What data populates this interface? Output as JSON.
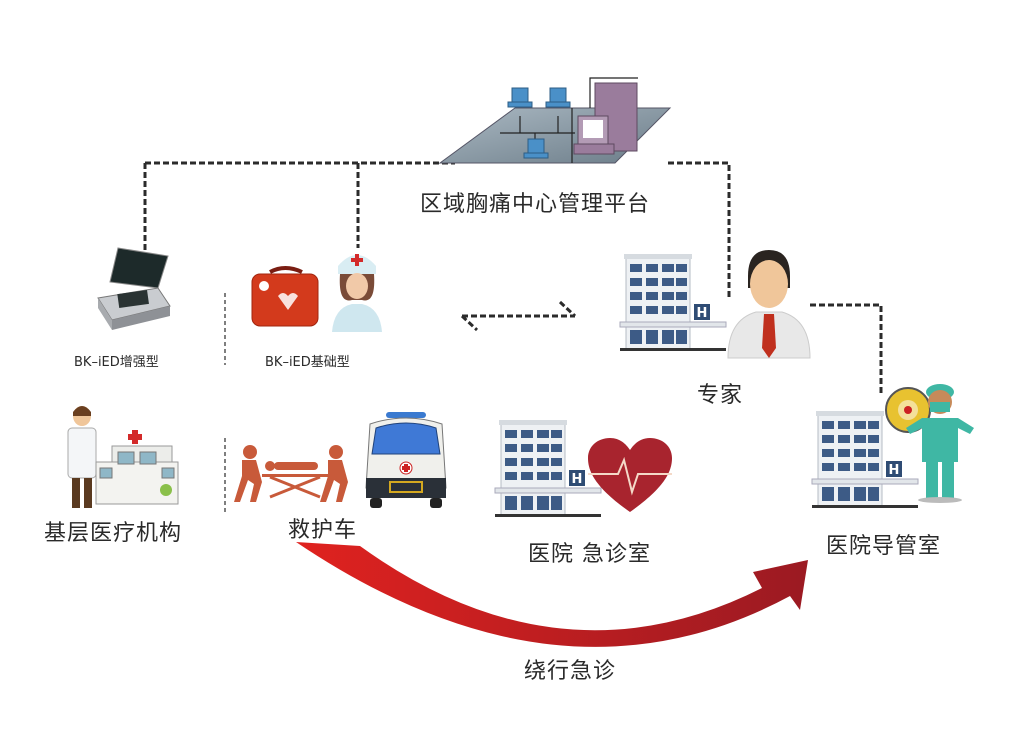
{
  "diagram": {
    "platform": {
      "label": "区域胸痛中心管理平台",
      "icon": "network-platform-icon"
    },
    "devices": [
      {
        "label": "BK–iED增强型",
        "icon": "ecg-device-case-icon"
      },
      {
        "label": "BK–iED基础型",
        "icon": "medical-bag-icon",
        "person_icon": "nurse-icon"
      }
    ],
    "expert": {
      "label": "专家",
      "icons": [
        "hospital-building-icon",
        "doctor-expert-icon"
      ]
    },
    "nodes": [
      {
        "label": "基层医疗机构",
        "icons": [
          "doctor-icon",
          "clinic-building-icon"
        ]
      },
      {
        "label": "救护车",
        "icons": [
          "stretcher-team-icon",
          "ambulance-icon"
        ]
      },
      {
        "label": "医院 急诊室",
        "icons": [
          "hospital-building-icon",
          "heart-ecg-icon"
        ]
      },
      {
        "label": "医院导管室",
        "icons": [
          "hospital-building-icon",
          "surgeon-icon"
        ]
      }
    ],
    "bypass_arrow": {
      "label": "绕行急诊",
      "color_start": "#e0221f",
      "color_end": "#9b1a22"
    },
    "colors": {
      "dashed_line": "#2b2b2b",
      "accent_red": "#c8202a",
      "stretcher_orange": "#c85a3a",
      "surgeon_teal": "#3fb7a4",
      "building_blue": "#3d5b86"
    }
  }
}
